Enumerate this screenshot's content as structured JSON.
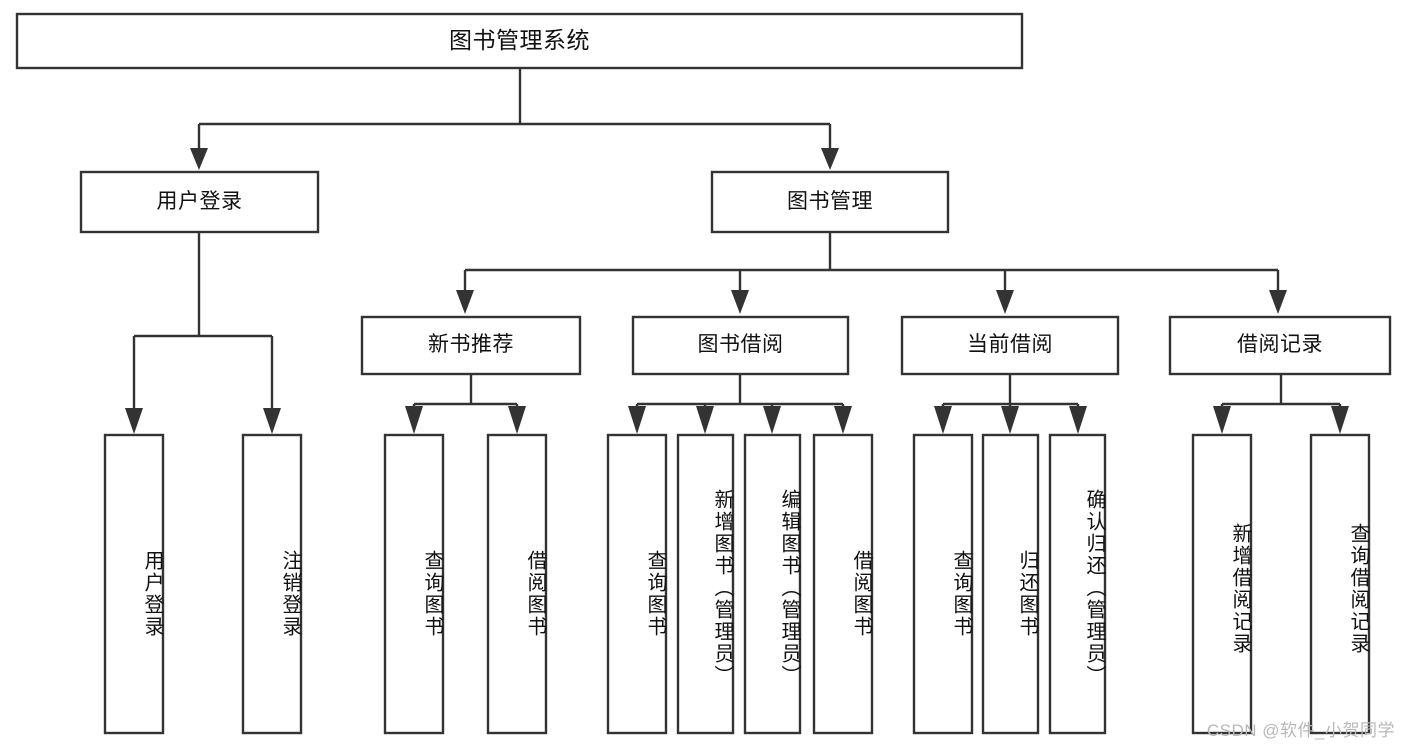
{
  "diagram": {
    "title": "图书管理系统",
    "type": "tree-hierarchy",
    "colors": {
      "box_stroke": "#333333",
      "box_fill": "#ffffff",
      "text": "#111111",
      "background": "#ffffff",
      "watermark": "#b8b8b8"
    },
    "root": {
      "label": "图书管理系统",
      "orientation": "horizontal"
    },
    "level2": [
      {
        "label": "用户登录",
        "orientation": "horizontal"
      },
      {
        "label": "图书管理",
        "orientation": "horizontal"
      }
    ],
    "level3": [
      {
        "label": "新书推荐",
        "orientation": "horizontal",
        "parent": "图书管理"
      },
      {
        "label": "图书借阅",
        "orientation": "horizontal",
        "parent": "图书管理"
      },
      {
        "label": "当前借阅",
        "orientation": "horizontal",
        "parent": "图书管理"
      },
      {
        "label": "借阅记录",
        "orientation": "horizontal",
        "parent": "图书管理"
      }
    ],
    "leaves": [
      {
        "label": "用户登录",
        "orientation": "vertical",
        "parent": "用户登录"
      },
      {
        "label": "注销登录",
        "orientation": "vertical",
        "parent": "用户登录"
      },
      {
        "label": "查询图书",
        "orientation": "vertical",
        "parent": "新书推荐"
      },
      {
        "label": "借阅图书",
        "orientation": "vertical",
        "parent": "新书推荐"
      },
      {
        "label": "查询图书",
        "orientation": "vertical",
        "parent": "图书借阅"
      },
      {
        "label": "新增图书（管理员）",
        "orientation": "vertical",
        "parent": "图书借阅"
      },
      {
        "label": "编辑图书（管理员）",
        "orientation": "vertical",
        "parent": "图书借阅"
      },
      {
        "label": "借阅图书",
        "orientation": "vertical",
        "parent": "图书借阅"
      },
      {
        "label": "查询图书",
        "orientation": "vertical",
        "parent": "当前借阅"
      },
      {
        "label": "归还图书",
        "orientation": "vertical",
        "parent": "当前借阅"
      },
      {
        "label": "确认归还（管理员）",
        "orientation": "vertical",
        "parent": "当前借阅"
      },
      {
        "label": "新增借阅记录",
        "orientation": "vertical",
        "parent": "借阅记录"
      },
      {
        "label": "查询借阅记录",
        "orientation": "vertical",
        "parent": "借阅记录"
      }
    ],
    "watermark": "CSDN @软件_小贺同学"
  }
}
